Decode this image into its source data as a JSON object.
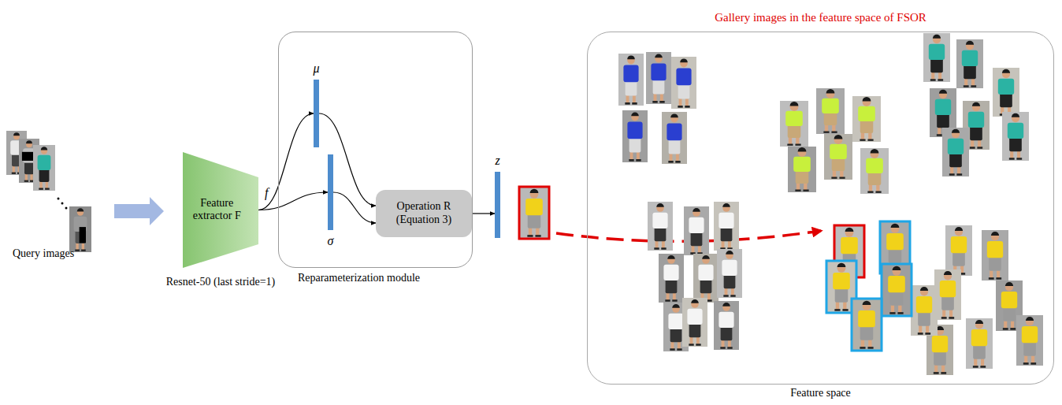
{
  "diagram": {
    "nodes": [
      {
        "text": [
          "Feature extractor F",
          "Resnet-50 (last stride=1)"
        ]
      },
      {
        "text": [
          "Reparameterization module"
        ]
      },
      {
        "text": [
          "μ"
        ],
        "in": 1
      },
      {
        "text": [
          "σ"
        ],
        "in": 1
      },
      {
        "text": [
          "Operation R (Equation 3)"
        ],
        "in": 1
      },
      {
        "text": [
          "z"
        ]
      },
      {
        "text": [
          "Gallery images in the feature space of FSOR",
          "Feature space"
        ]
      }
    ],
    "edges": [
      {
        "from": 0,
        "to": 2,
        "arrow": "to"
      },
      {
        "from": 0,
        "to": 3,
        "arrow": "to"
      },
      {
        "from": 2,
        "to": 4,
        "arrow": "to"
      },
      {
        "from": 3,
        "to": 4,
        "arrow": "to"
      },
      {
        "from": 4,
        "to": 5,
        "arrow": "to"
      }
    ],
    "labels": [
      "Query images",
      "f"
    ]
  }
}
